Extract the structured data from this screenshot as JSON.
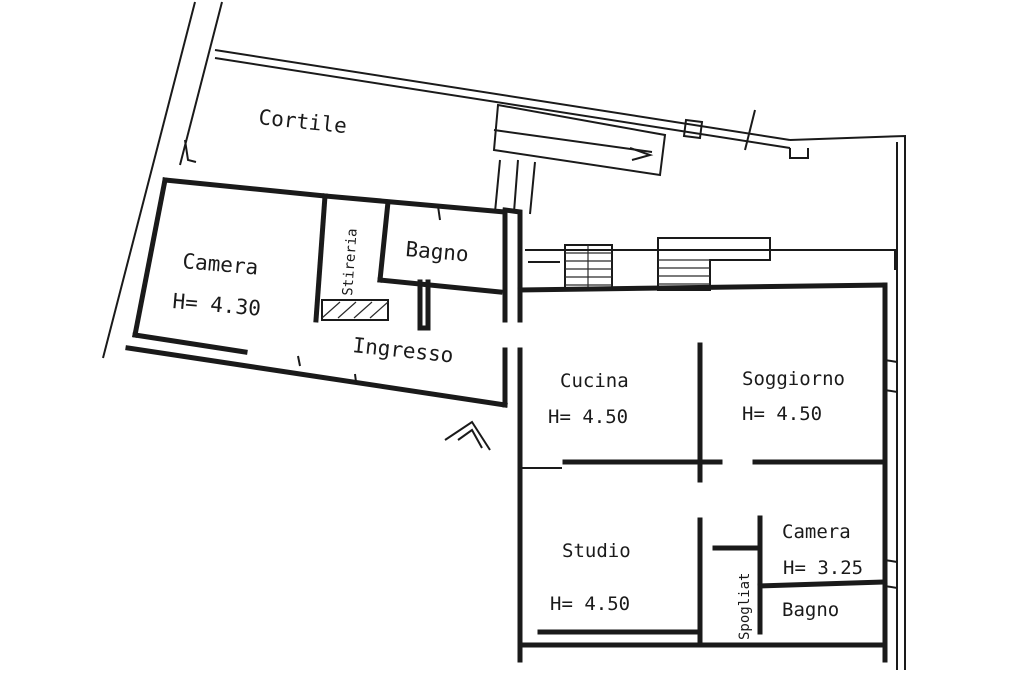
{
  "rooms": {
    "cortile": "Cortile",
    "camera_left": "Camera",
    "camera_left_h": "H= 4.30",
    "stireria": "Stireria",
    "bagno_top": "Bagno",
    "ingresso": "Ingresso",
    "cucina": "Cucina",
    "cucina_h": "H= 4.50",
    "soggiorno": "Soggiorno",
    "soggiorno_h": "H= 4.50",
    "studio": "Studio",
    "studio_h": "H= 4.50",
    "camera_right": "Camera",
    "camera_right_h": "H= 3.25",
    "spogliat": "Spogliat",
    "bagno_bottom": "Bagno"
  },
  "colors": {
    "ink": "#1a1a1a",
    "paper": "#ffffff"
  }
}
